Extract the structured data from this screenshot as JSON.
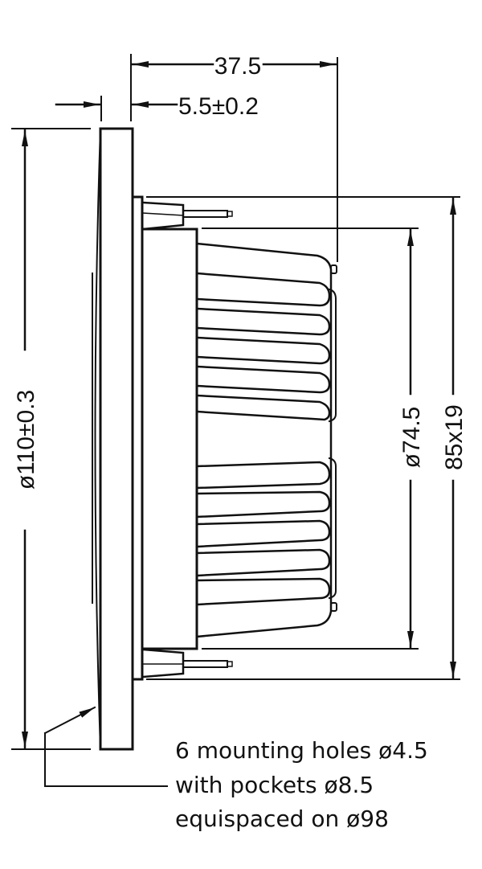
{
  "drawing": {
    "type": "technical-drawing",
    "subject": "loudspeaker driver side view",
    "stroke_color": "#111111",
    "background": "#ffffff"
  },
  "dimensions": {
    "depth_total": "37.5",
    "flange_thickness": "5.5±0.2",
    "outer_diameter": "ø110±0.3",
    "magnet_diameter": "ø74.5",
    "frame_size": "85x19"
  },
  "note": {
    "lines": [
      "6 mounting holes ø4.5",
      "with pockets ø8.5",
      "equispaced on ø98"
    ]
  }
}
